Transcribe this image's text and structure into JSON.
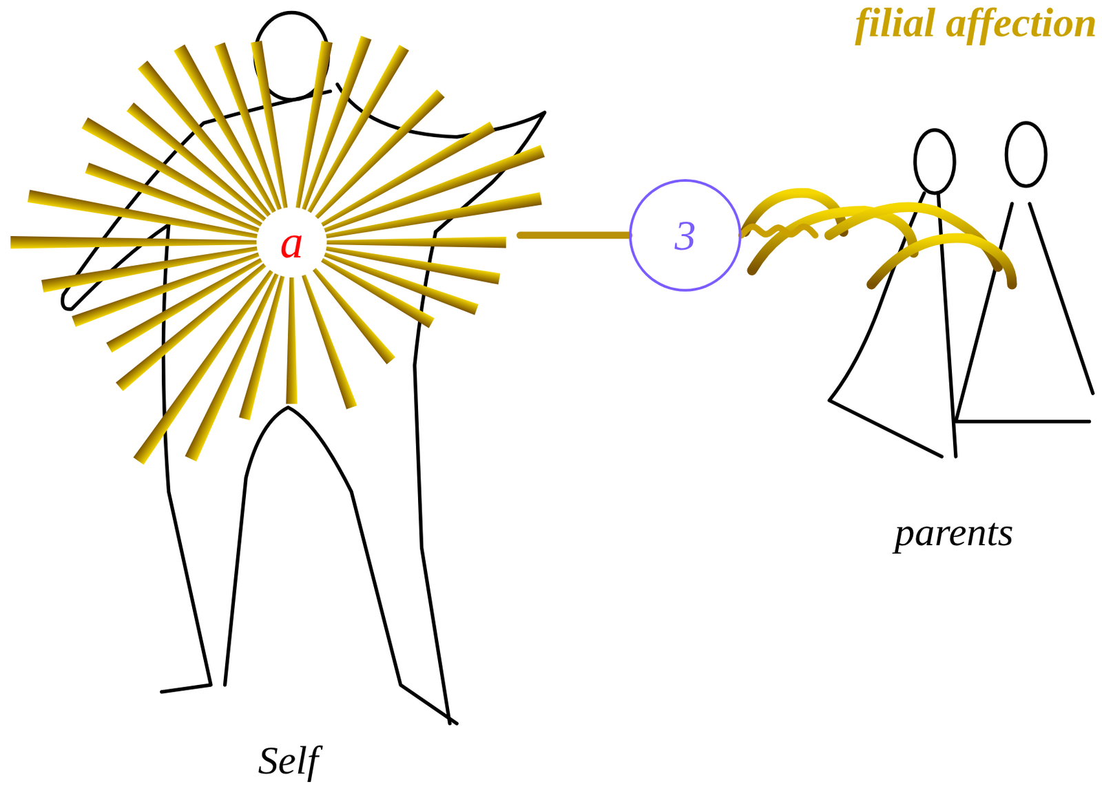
{
  "diagram": {
    "nodes": [
      {
        "text": [
          "Self"
        ]
      },
      {
        "text": [
          "3"
        ]
      },
      {
        "text": [
          "parents"
        ]
      }
    ],
    "edges": [
      {
        "from": 0,
        "to": 1,
        "arrow": "none"
      },
      {
        "from": 1,
        "to": 2,
        "arrow": "none"
      }
    ],
    "labels": [
      "a",
      "filial affection"
    ]
  }
}
